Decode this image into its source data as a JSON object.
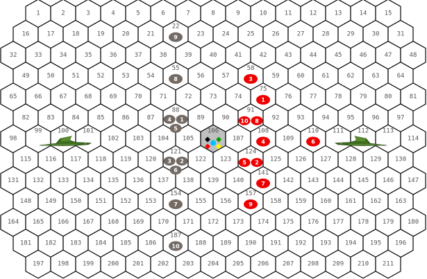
{
  "board": {
    "rows": [
      [
        1,
        2,
        3,
        4,
        5,
        6,
        7,
        8,
        9,
        10,
        11,
        12,
        13,
        14,
        15
      ],
      [
        16,
        17,
        18,
        19,
        20,
        21,
        22,
        23,
        24,
        25,
        26,
        27,
        28,
        29,
        30,
        31
      ],
      [
        32,
        33,
        34,
        35,
        36,
        37,
        38,
        39,
        40,
        41,
        42,
        43,
        44,
        45,
        46,
        47,
        48
      ],
      [
        49,
        50,
        51,
        52,
        53,
        54,
        55,
        56,
        57,
        58,
        59,
        60,
        61,
        62,
        63,
        64
      ],
      [
        65,
        66,
        67,
        68,
        69,
        70,
        71,
        72,
        73,
        74,
        75,
        76,
        77,
        78,
        79,
        80,
        81
      ],
      [
        82,
        83,
        84,
        85,
        86,
        87,
        88,
        89,
        90,
        91,
        92,
        93,
        94,
        95,
        96,
        97
      ],
      [
        98,
        99,
        100,
        101,
        102,
        103,
        104,
        105,
        106,
        107,
        108,
        109,
        110,
        111,
        112,
        113,
        114
      ],
      [
        115,
        116,
        117,
        118,
        119,
        120,
        121,
        122,
        123,
        124,
        125,
        126,
        127,
        128,
        129,
        130
      ],
      [
        131,
        132,
        133,
        134,
        135,
        136,
        137,
        138,
        139,
        140,
        141,
        142,
        143,
        144,
        145,
        146,
        147
      ],
      [
        148,
        149,
        150,
        151,
        152,
        153,
        154,
        155,
        156,
        157,
        158,
        159,
        160,
        161,
        162,
        163
      ],
      [
        164,
        165,
        166,
        167,
        168,
        169,
        170,
        171,
        172,
        173,
        174,
        175,
        176,
        177,
        178,
        179,
        180
      ],
      [
        181,
        182,
        183,
        184,
        185,
        186,
        187,
        188,
        189,
        190,
        191,
        192,
        193,
        194,
        195,
        196
      ],
      [
        197,
        198,
        199,
        200,
        201,
        202,
        203,
        204,
        205,
        206,
        207,
        208,
        209,
        210,
        211
      ]
    ],
    "highlight_hex": 106,
    "highlight_markers": [
      "#000000",
      "#00a000",
      "#ff0000",
      "#ffff00"
    ],
    "highlight_center_color": "#00c0ff"
  },
  "colors": {
    "gray_team": "#736a64",
    "red_team": "#ee0000",
    "dragon": "#3d6e1e"
  },
  "tokens": [
    {
      "team": "gray",
      "label": "9",
      "hex": 22
    },
    {
      "team": "gray",
      "label": "8",
      "hex": 55
    },
    {
      "team": "gray",
      "label": "4",
      "hex": 88
    },
    {
      "team": "gray",
      "label": "1",
      "hex": 88
    },
    {
      "team": "gray",
      "label": "5",
      "hex": 88
    },
    {
      "team": "gray",
      "label": "3",
      "hex": 121
    },
    {
      "team": "gray",
      "label": "2",
      "hex": 121
    },
    {
      "team": "gray",
      "label": "6",
      "hex": 121
    },
    {
      "team": "gray",
      "label": "7",
      "hex": 154
    },
    {
      "team": "gray",
      "label": "10",
      "hex": 187
    },
    {
      "team": "red",
      "label": "3",
      "hex": 58
    },
    {
      "team": "red",
      "label": "1",
      "hex": 75
    },
    {
      "team": "red",
      "label": "10",
      "hex": 91
    },
    {
      "team": "red",
      "label": "8",
      "hex": 91
    },
    {
      "team": "red",
      "label": "4",
      "hex": 108
    },
    {
      "team": "red",
      "label": "6",
      "hex": 110
    },
    {
      "team": "red",
      "label": "5",
      "hex": 124
    },
    {
      "team": "red",
      "label": "2",
      "hex": 124
    },
    {
      "team": "red",
      "label": "7",
      "hex": 141
    },
    {
      "team": "red",
      "label": "9",
      "hex": 157
    }
  ],
  "dragons": [
    {
      "name": "left-dragon",
      "hex": 100,
      "facing": "right"
    },
    {
      "name": "right-dragon",
      "hex": 112,
      "facing": "left"
    }
  ]
}
